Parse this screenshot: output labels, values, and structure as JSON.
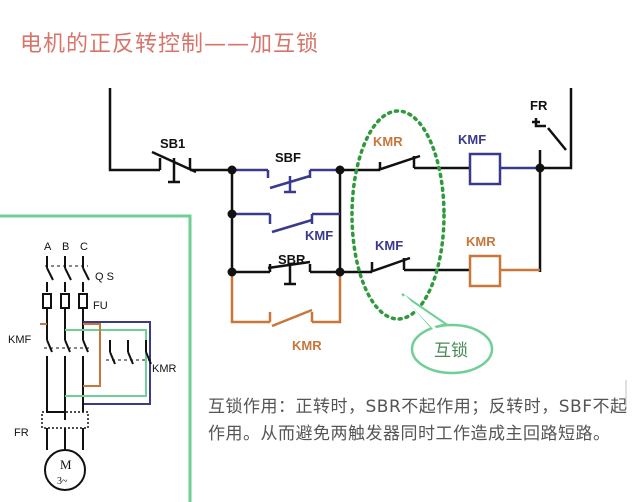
{
  "title": "电机的正反转控制——加互锁",
  "labels": {
    "sb1": "SB1",
    "sbf": "SBF",
    "sbr": "SBR",
    "kmf_nc": "KMR",
    "kmr_nc": "KMF",
    "kmf_coil": "KMF",
    "kmr_coil": "KMR",
    "kmf_aux": "KMF",
    "kmr_aux": "KMR",
    "fr": "FR",
    "callout": "互锁"
  },
  "main_circuit": {
    "phase_a": "A",
    "phase_b": "B",
    "phase_c": "C",
    "qs": "Q S",
    "fu": "FU",
    "kmf": "KMF",
    "kmr": "KMR",
    "fr": "FR",
    "motor": "M",
    "motor_sub": "3~"
  },
  "note": "互锁作用：正转时，SBR不起作用；反转时，SBF不起作用。从而避免两触发器同时工作造成主回路短路。",
  "colors": {
    "title": "#d9746a",
    "blue": "#3a3a8c",
    "orange": "#c8763a",
    "green_box": "#6fcf97",
    "dotted": "#2e9a3c"
  }
}
